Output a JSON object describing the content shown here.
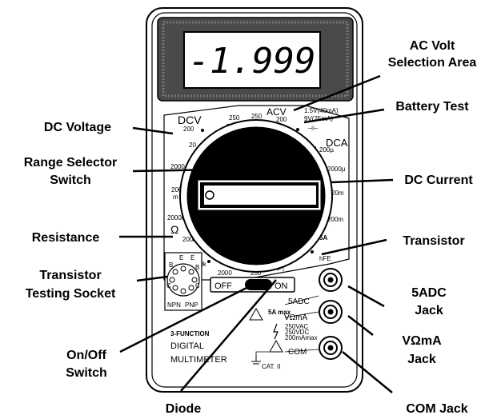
{
  "display": {
    "reading": "-1.999"
  },
  "callouts": {
    "ac_volt": [
      "AC Volt",
      "Selection Area"
    ],
    "battery_test": "Battery Test",
    "dc_voltage": "DC Voltage",
    "range_selector": [
      "Range Selector",
      "Switch"
    ],
    "dc_current": "DC Current",
    "resistance": "Resistance",
    "transistor": "Transistor",
    "transistor_socket": [
      "Transistor",
      "Testing Socket"
    ],
    "jack_5a": [
      "5ADC",
      "Jack"
    ],
    "jack_vohm": [
      "VΩmA",
      "Jack"
    ],
    "on_off": [
      "On/Off",
      "Switch"
    ],
    "diode": "Diode",
    "com_jack": "COM Jack"
  },
  "dial": {
    "dcv_label": "DCV",
    "acv_label": "ACV",
    "dca_label": "DCA",
    "ohm_symbol": "Ω",
    "dcv_ranges": [
      "200",
      "20",
      "2000",
      "200",
      "m",
      "250"
    ],
    "acv_ranges": [
      "250",
      "200"
    ],
    "battery_ranges": [
      "1.5V(40mA)",
      "9V(25mA)"
    ],
    "battery_symbol": "⊣⊢",
    "dca_ranges": [
      "200µ",
      "2000µ",
      "20m",
      "200m"
    ],
    "ohm_ranges": [
      "2000k",
      "200k",
      "20k",
      "2000",
      "200"
    ],
    "hfe_label": "hFE",
    "fivea_label": "5A",
    "diode_symbol": "►|"
  },
  "buttons": {
    "off": "OFF",
    "on": "ON"
  },
  "socket": {
    "letters_npn": [
      "B",
      "E",
      "C"
    ],
    "letters_pnp": [
      "E",
      "B",
      "C"
    ],
    "npn": "NPN",
    "pnp": "PNP"
  },
  "jacks": {
    "fivea": "5ADC",
    "vohm": "VΩmA",
    "com": "COM",
    "max_5a": "5A max",
    "ratings": [
      "250VAC",
      "250VDC",
      "200mAmax"
    ],
    "cat": "CAT. II"
  },
  "branding": {
    "line1": "3-FUNCTION",
    "line2": "DIGITAL",
    "line3": "MULTIMETER"
  }
}
